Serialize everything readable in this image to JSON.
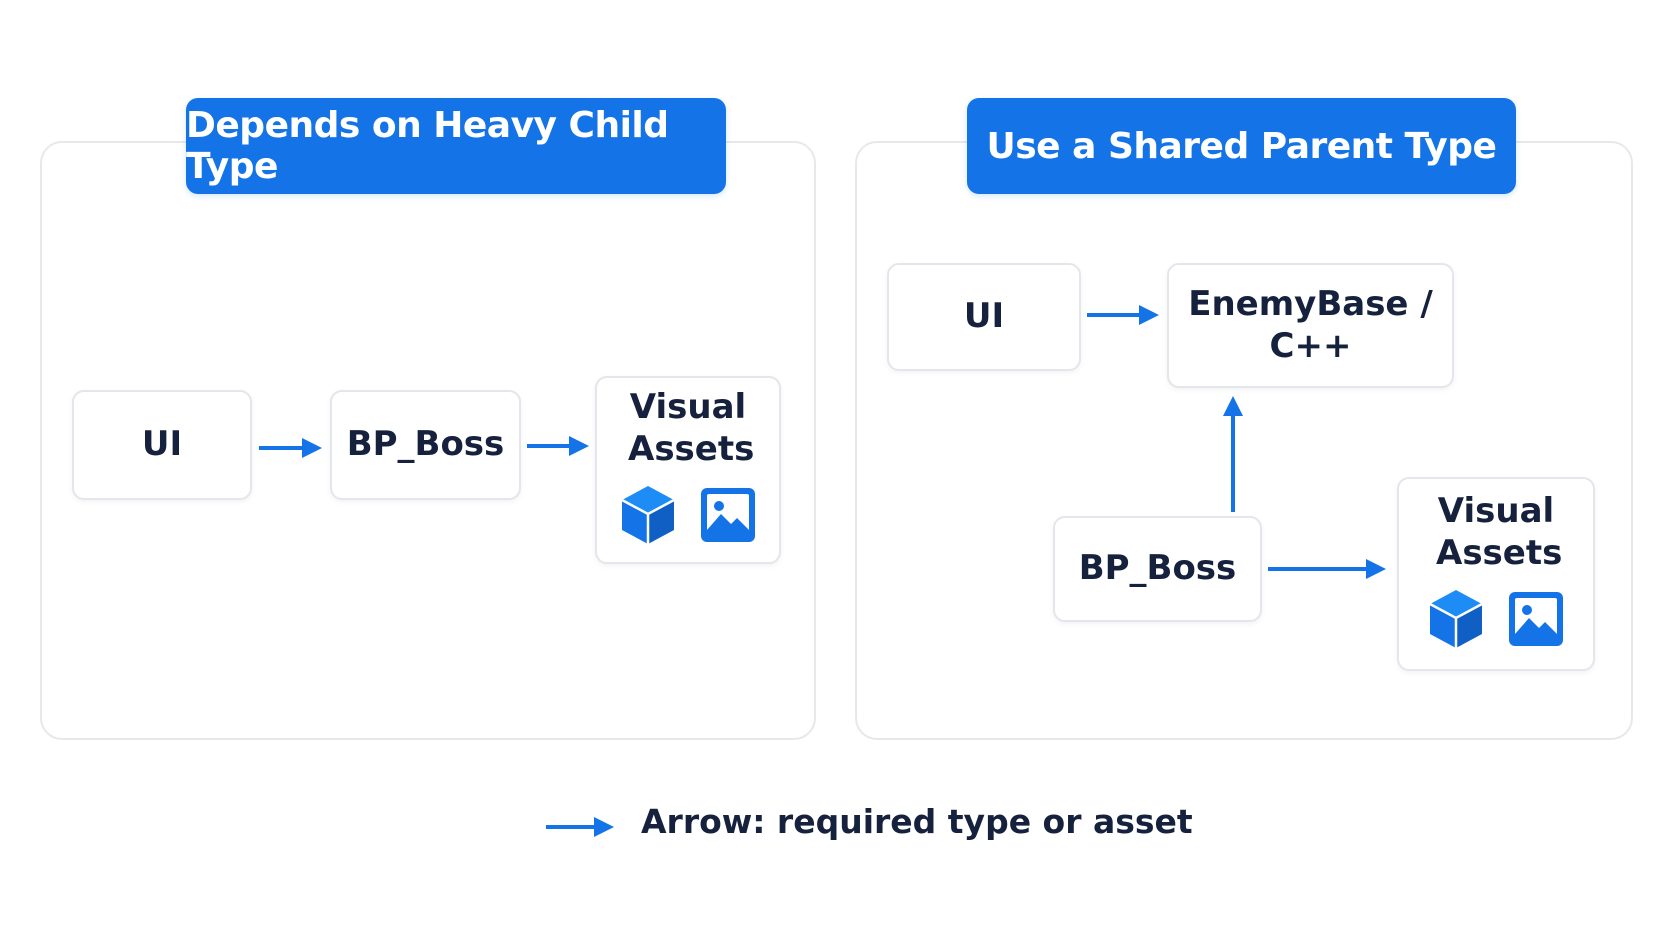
{
  "colors": {
    "accent": "#1473e6",
    "text": "#16223d",
    "border": "#e3e6eb"
  },
  "left_panel": {
    "title": "Depends on Heavy Child Type",
    "nodes": {
      "ui": "UI",
      "bp_boss": "BP_Boss",
      "visual_assets": "Visual Assets"
    },
    "asset_icons": [
      "cube-icon",
      "image-icon"
    ]
  },
  "right_panel": {
    "title": "Use a Shared Parent Type",
    "nodes": {
      "ui": "UI",
      "enemy_base_line1": "EnemyBase /",
      "enemy_base_line2": "C++",
      "bp_boss": "BP_Boss",
      "visual_assets": "Visual Assets"
    },
    "asset_icons": [
      "cube-icon",
      "image-icon"
    ]
  },
  "legend": {
    "label": "Arrow: required type or asset",
    "icon": "arrow-icon"
  }
}
